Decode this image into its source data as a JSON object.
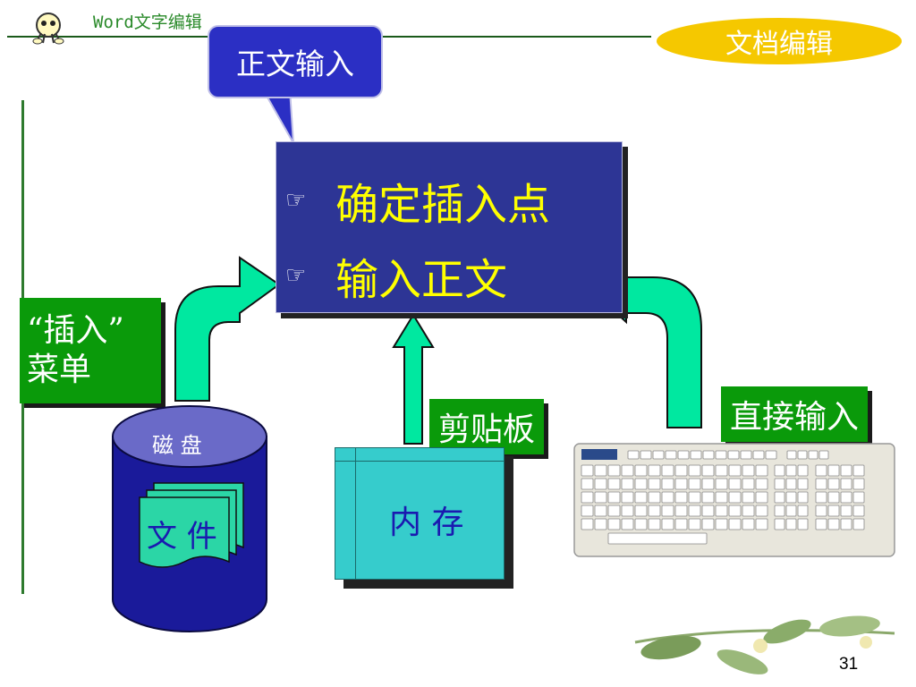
{
  "header": {
    "course_title": "Word文字编辑",
    "section_title": "文档编辑"
  },
  "callout": {
    "label": "正文输入"
  },
  "main_box": {
    "items": [
      {
        "icon": "pointing-hand-icon",
        "text": "确定插入点"
      },
      {
        "icon": "pointing-hand-icon",
        "text": "输入正文"
      }
    ]
  },
  "labels": {
    "insert_menu": {
      "line1": "“插入”",
      "line2": "菜单"
    },
    "clipboard": "剪贴板",
    "direct_input": "直接输入"
  },
  "disk": {
    "title": "磁 盘",
    "file_label": "文 件"
  },
  "memory": {
    "label": "内 存"
  },
  "footer": {
    "page_number": "31"
  },
  "colors": {
    "main_box": "#2d3595",
    "main_text": "#ffff00",
    "callout": "#2b2fc4",
    "green_label": "#0a9a0a",
    "arrow": "#00e8a0",
    "disk_body": "#1a1a9a",
    "disk_top": "#6a6ac8",
    "memory_box": "#36cccc",
    "section_pill": "#f5c800"
  }
}
